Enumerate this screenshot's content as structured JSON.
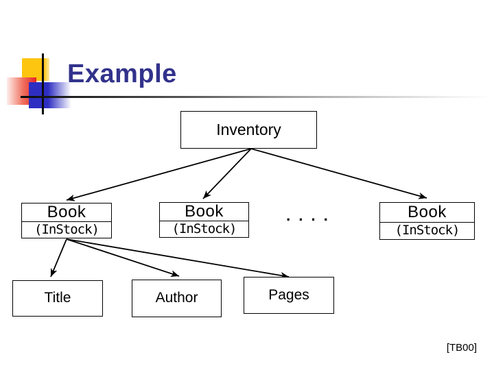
{
  "slide": {
    "title": "Example",
    "footer": "[TB00]"
  },
  "colors": {
    "title_text": "#32328c",
    "deco_yellow": "#fdc50f",
    "deco_red": "#e62525",
    "deco_blue": "#2e2ec2",
    "box_border": "#000000",
    "background": "#ffffff"
  },
  "diagram": {
    "root": {
      "label": "Inventory"
    },
    "books": [
      {
        "label": "Book",
        "sub": "(InStock)"
      },
      {
        "label": "Book",
        "sub": "(InStock)"
      },
      {
        "label": "Book",
        "sub": "(InStock)"
      }
    ],
    "ellipsis": ". . . .",
    "leaves": [
      {
        "label": "Title"
      },
      {
        "label": "Author"
      },
      {
        "label": "Pages"
      }
    ]
  }
}
